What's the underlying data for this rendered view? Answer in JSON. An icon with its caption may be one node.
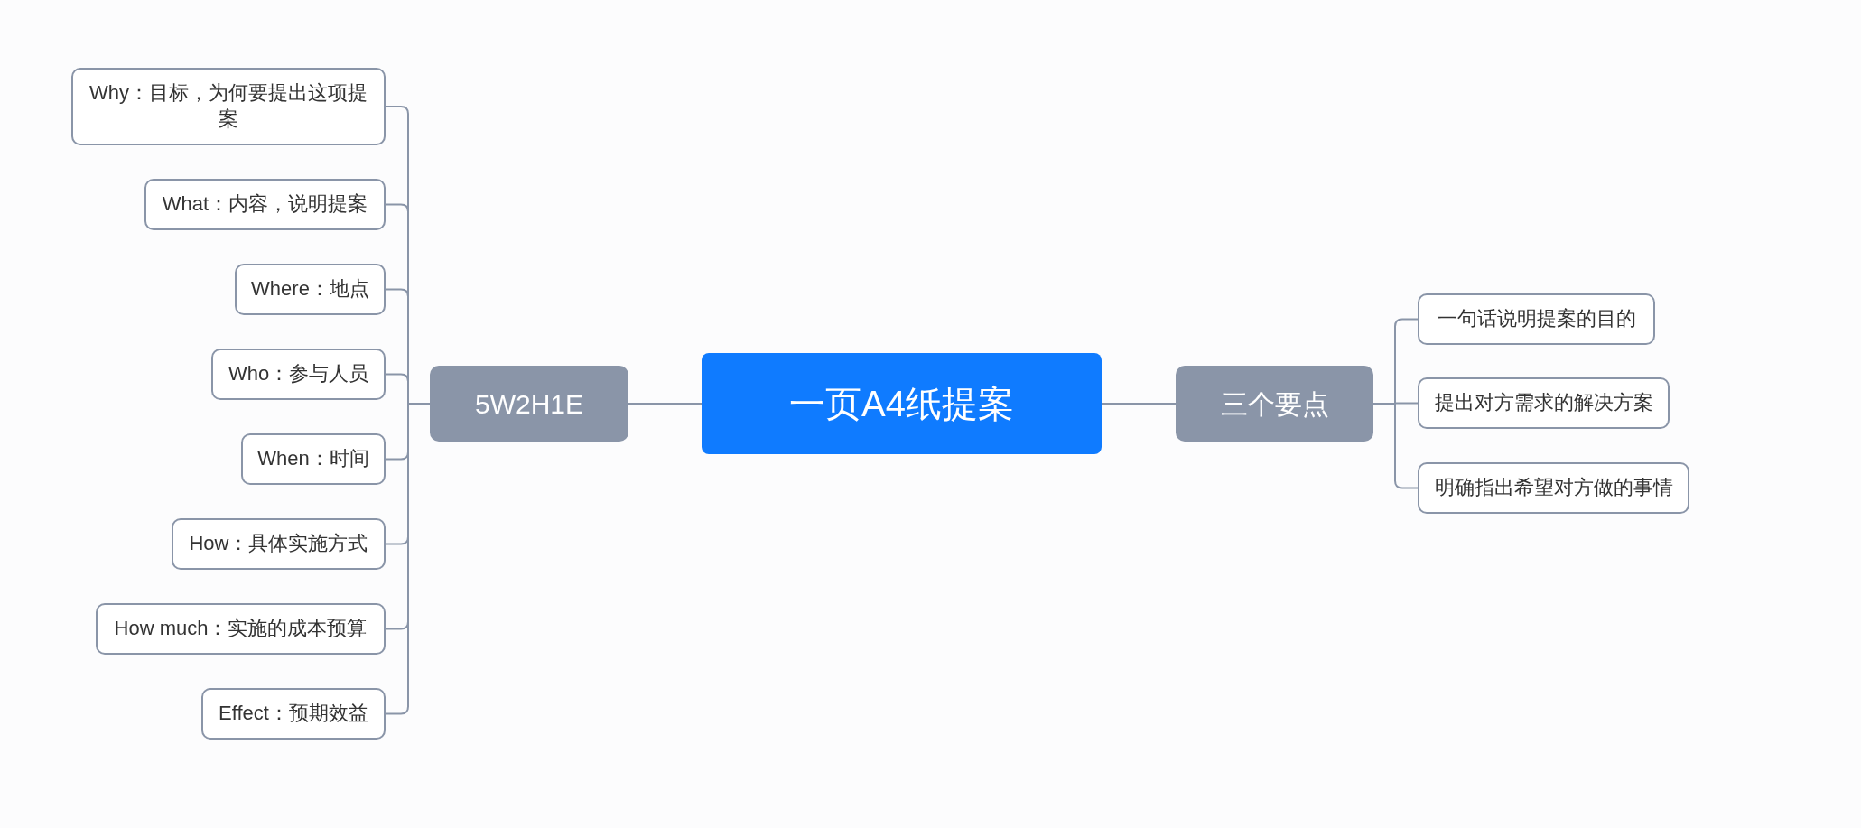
{
  "diagram": {
    "nodes": [
      {
        "text": [
          "一页A4纸提案"
        ]
      },
      {
        "text": [
          "5W2H1E"
        ]
      },
      {
        "text": [
          "Why：目标，为何要提出这项提案"
        ]
      },
      {
        "text": [
          "What：内容，说明提案"
        ]
      },
      {
        "text": [
          "Where：地点"
        ]
      },
      {
        "text": [
          "Who：参与人员"
        ]
      },
      {
        "text": [
          "When：时间"
        ]
      },
      {
        "text": [
          "How：具体实施方式"
        ]
      },
      {
        "text": [
          "How much：实施的成本预算"
        ]
      },
      {
        "text": [
          "Effect：预期效益"
        ]
      },
      {
        "text": [
          "三个要点"
        ]
      },
      {
        "text": [
          "一句话说明提案的目的"
        ]
      },
      {
        "text": [
          "提出对方需求的解决方案"
        ]
      },
      {
        "text": [
          "明确指出希望对方做的事情"
        ]
      }
    ],
    "edges": [
      {
        "from": 0,
        "to": 1,
        "arrow": "none"
      },
      {
        "from": 1,
        "to": 2,
        "arrow": "none"
      },
      {
        "from": 1,
        "to": 3,
        "arrow": "none"
      },
      {
        "from": 1,
        "to": 4,
        "arrow": "none"
      },
      {
        "from": 1,
        "to": 5,
        "arrow": "none"
      },
      {
        "from": 1,
        "to": 6,
        "arrow": "none"
      },
      {
        "from": 1,
        "to": 7,
        "arrow": "none"
      },
      {
        "from": 1,
        "to": 8,
        "arrow": "none"
      },
      {
        "from": 1,
        "to": 9,
        "arrow": "none"
      },
      {
        "from": 0,
        "to": 10,
        "arrow": "none"
      },
      {
        "from": 10,
        "to": 11,
        "arrow": "none"
      },
      {
        "from": 10,
        "to": 12,
        "arrow": "none"
      },
      {
        "from": 10,
        "to": 13,
        "arrow": "none"
      }
    ]
  }
}
